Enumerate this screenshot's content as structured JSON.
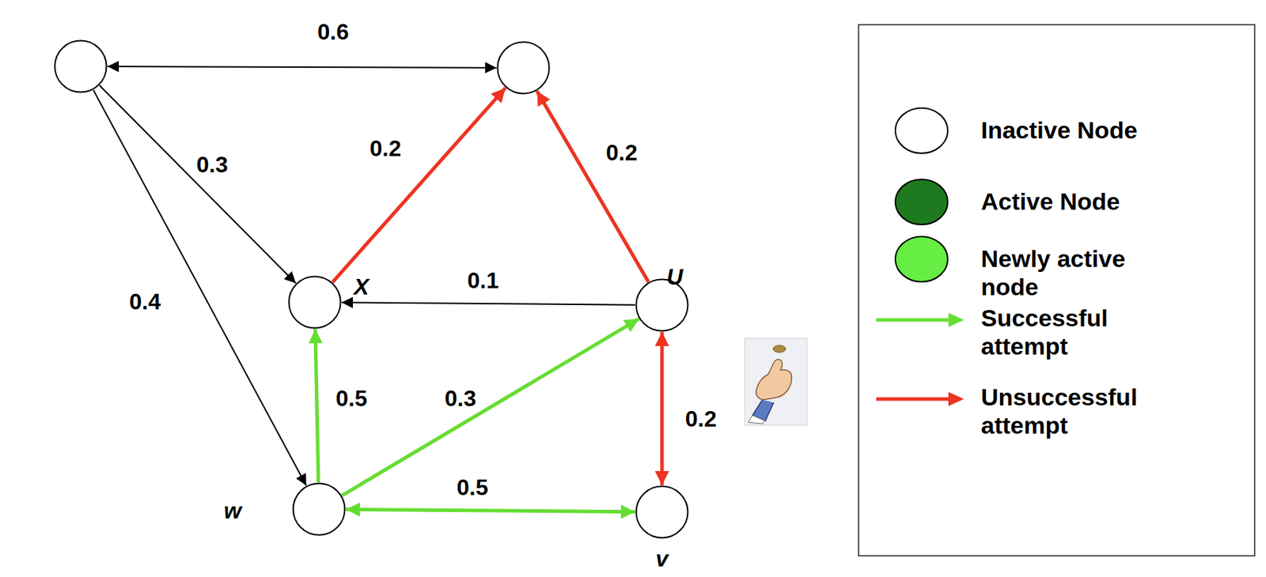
{
  "diagram": {
    "nodes": [
      {
        "text": []
      },
      {
        "text": []
      },
      {
        "text": [
          "X"
        ]
      },
      {
        "text": [
          "U"
        ]
      },
      {
        "text": [
          "w"
        ]
      },
      {
        "text": [
          "v"
        ]
      }
    ],
    "edges": [
      {
        "from": 0,
        "to": 1,
        "arrow": "both",
        "label": "0.6"
      },
      {
        "from": 0,
        "to": 2,
        "arrow": "to",
        "label": "0.3"
      },
      {
        "from": 0,
        "to": 4,
        "arrow": "to",
        "label": "0.4"
      },
      {
        "from": 2,
        "to": 1,
        "arrow": "to",
        "label": "0.2"
      },
      {
        "from": 3,
        "to": 1,
        "arrow": "to",
        "label": "0.2"
      },
      {
        "from": 3,
        "to": 2,
        "arrow": "to",
        "label": "0.1"
      },
      {
        "from": 4,
        "to": 2,
        "arrow": "to",
        "label": "0.5"
      },
      {
        "from": 4,
        "to": 3,
        "arrow": "to",
        "label": "0.3"
      },
      {
        "from": 5,
        "to": 3,
        "arrow": "both",
        "label": "0.2"
      },
      {
        "from": 4,
        "to": 5,
        "arrow": "both",
        "label": "0.5"
      }
    ],
    "legend": [
      {
        "text": "Inactive Node",
        "color": "#ffffff"
      },
      {
        "text": "Active Node",
        "color": "#1e7a1e"
      },
      {
        "text": "Newly active node",
        "color": "#66ee44"
      },
      {
        "text": "Successful attempt"
      },
      {
        "text": "Unsuccessful attempt"
      }
    ]
  }
}
